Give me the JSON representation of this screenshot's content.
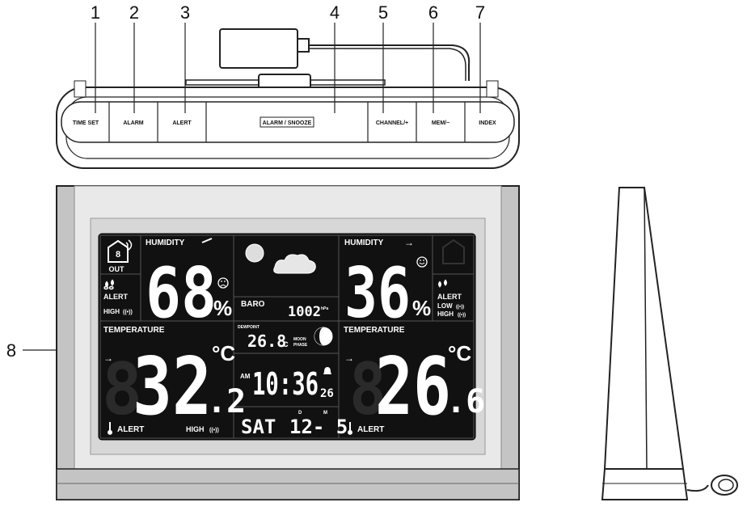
{
  "callouts": [
    "1",
    "2",
    "3",
    "4",
    "5",
    "6",
    "7",
    "8"
  ],
  "buttons": {
    "time_set": "TIME SET",
    "alarm": "ALARM",
    "alert": "ALERT",
    "alarm_snooze": "ALARM / SNOOZE",
    "channel": "CHANNEL/+",
    "mem": "MEM/−",
    "index": "INDEX"
  },
  "lcd": {
    "out_label": "OUT",
    "humidity_label": "HUMIDITY",
    "outdoor_humidity": "68",
    "indoor_humidity": "36",
    "percent": "%",
    "alert": "ALERT",
    "high": "HIGH",
    "low": "LOW",
    "baro_label": "BARO",
    "baro_value": "1002",
    "baro_unit": "hPa",
    "dewpoint_label": "DEWPOINT",
    "dewpoint_value": "26.8",
    "dewpoint_unit": "c",
    "moon_phase_label_1": "MOON",
    "moon_phase_label_2": "PHASE",
    "temperature_label": "TEMPERATURE",
    "outdoor_temp_int": "32",
    "outdoor_temp_dec": ".2",
    "indoor_temp_int": "26",
    "indoor_temp_dec": ".6",
    "celsius": "°C",
    "am": "AM",
    "time": "10:36",
    "seconds": "26",
    "day": "SAT",
    "date": "12- 5",
    "d_label": "D",
    "m_label": "M",
    "ring_glyph": "((•))",
    "arrow_glyph": "→"
  },
  "colors": {
    "lcd_bg": "#111111",
    "housing": "#b8b8b8",
    "line": "#222222"
  }
}
